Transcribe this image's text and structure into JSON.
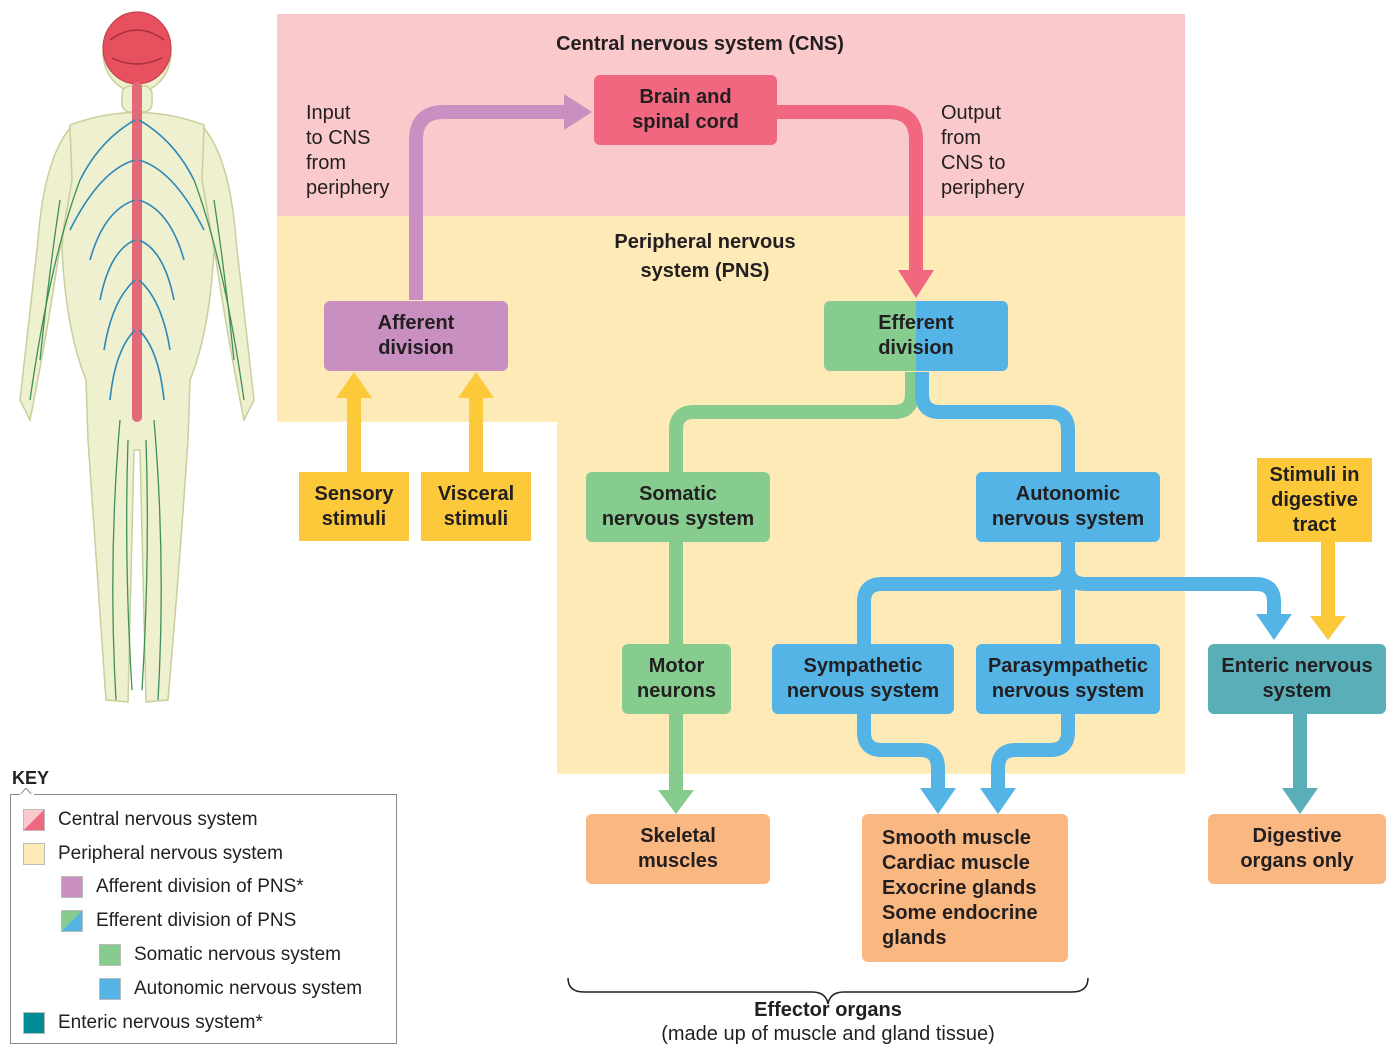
{
  "regions": {
    "cns_title": "Central nervous system (CNS)",
    "pns_title": "Peripheral nervous\nsystem (PNS)"
  },
  "labels": {
    "input": "Input\nto CNS\nfrom\nperiphery",
    "output": "Output\nfrom\nCNS to\nperiphery"
  },
  "boxes": {
    "brain": "Brain and\nspinal cord",
    "afferent": "Afferent\ndivision",
    "efferent": "Efferent\ndivision",
    "sensory": "Sensory\nstimuli",
    "visceral": "Visceral\nstimuli",
    "somatic": "Somatic\nnervous system",
    "autonomic": "Autonomic\nnervous system",
    "stimuli_digestive": "Stimuli in\ndigestive\ntract",
    "motor": "Motor\nneurons",
    "sympathetic": "Sympathetic\nnervous system",
    "parasympathetic": "Parasympathetic\nnervous system",
    "enteric": "Enteric nervous\nsystem",
    "skeletal": "Skeletal\nmuscles",
    "smooth": "Smooth muscle\nCardiac muscle\nExocrine glands\nSome endocrine\n   glands",
    "digestive": "Digestive\norgans only"
  },
  "effector": {
    "title": "Effector organs",
    "subtitle": "(made up of muscle and gland tissue)"
  },
  "key": {
    "title": "KEY",
    "items": [
      "Central nervous system",
      "Peripheral nervous system",
      "Afferent division of PNS*",
      "Efferent division of PNS",
      "Somatic nervous system",
      "Autonomic nervous system",
      "Enteric nervous system*"
    ]
  },
  "colors": {
    "cns_bg": "#f9c9cc",
    "pns_bg": "#fdeab7",
    "cns_red": "#f0677f",
    "afferent_purple": "#c98fc0",
    "somatic_green": "#86cc8f",
    "autonomic_blue": "#54b4e6",
    "enteric_teal": "#5aaeb8",
    "stimuli_yellow": "#fbc93a",
    "effector_orange": "#f9b782"
  }
}
